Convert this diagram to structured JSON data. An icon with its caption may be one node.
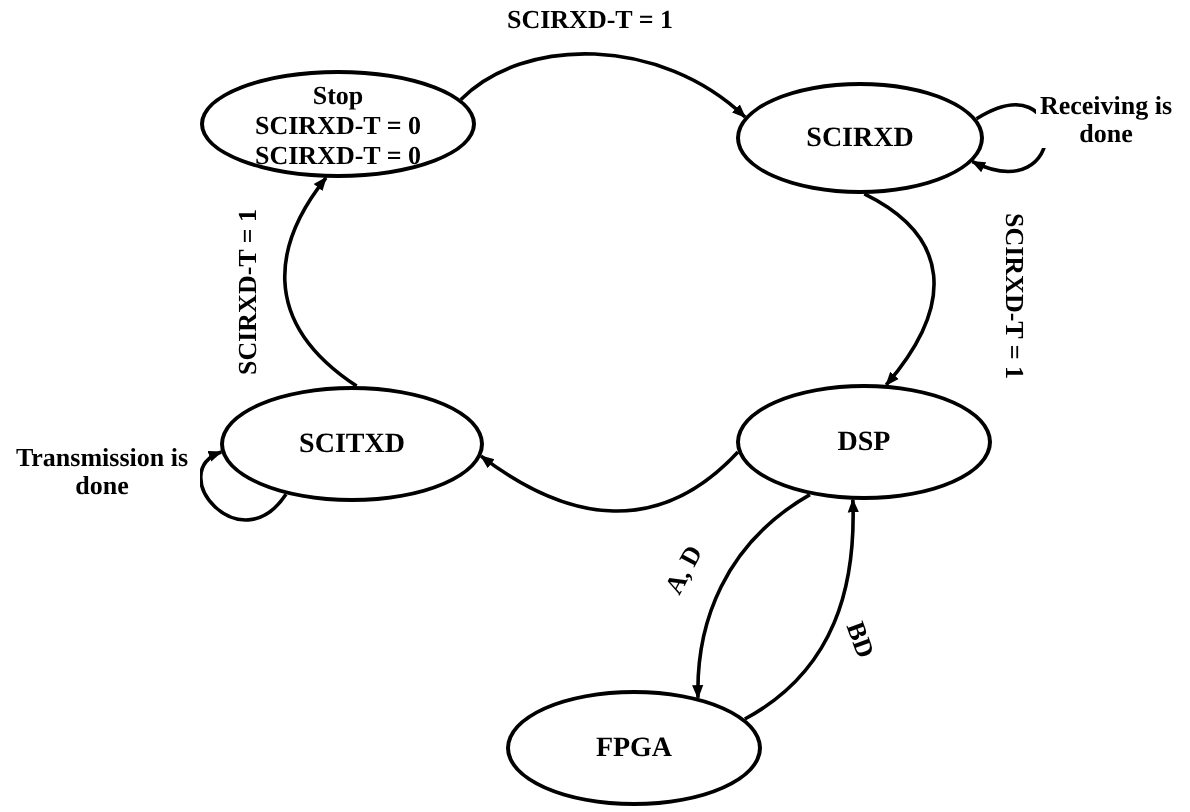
{
  "diagram": {
    "nodes": [
      {
        "text": [
          "Stop",
          "SCIRXD-T = 0",
          "SCIRXD-T = 0"
        ]
      },
      {
        "text": [
          "SCIRXD"
        ]
      },
      {
        "text": [
          "SCITXD"
        ]
      },
      {
        "text": [
          "DSP"
        ]
      },
      {
        "text": [
          "FPGA"
        ]
      }
    ],
    "edges": [
      {
        "from": 0,
        "to": 1,
        "arrow": "to",
        "label": "SCIRXD-T = 1"
      },
      {
        "from": 1,
        "to": 1,
        "arrow": "to",
        "label": "Receiving is done"
      },
      {
        "from": 1,
        "to": 3,
        "arrow": "to",
        "label": "SCIRXD-T = 1"
      },
      {
        "from": 3,
        "to": 2,
        "arrow": "to"
      },
      {
        "from": 2,
        "to": 0,
        "arrow": "to",
        "label": "SCIRXD-T = 1"
      },
      {
        "from": 2,
        "to": 2,
        "arrow": "to",
        "label": "Transmission is done"
      },
      {
        "from": 3,
        "to": 4,
        "arrow": "to",
        "label": "A, D"
      },
      {
        "from": 4,
        "to": 3,
        "arrow": "to",
        "label": "BD"
      }
    ]
  }
}
